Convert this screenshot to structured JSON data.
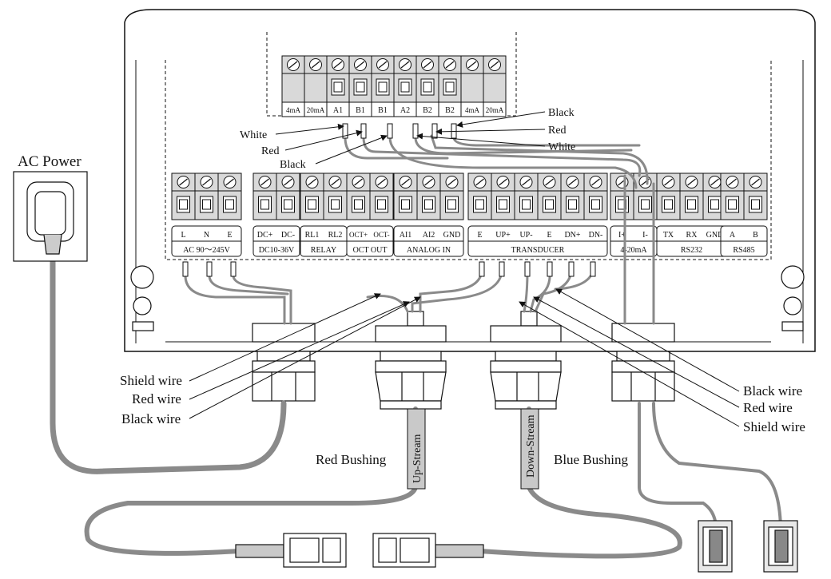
{
  "labels": {
    "ac_power": "AC Power",
    "red_bushing": "Red Bushing",
    "blue_bushing": "Blue Bushing",
    "up_stream": "Up-Stream",
    "down_stream": "Down-Stream",
    "left_callouts": [
      "Shield wire",
      "Red wire",
      "Black wire"
    ],
    "right_callouts": [
      "Black wire",
      "Red wire",
      "Shield wire"
    ],
    "top_left_callouts": [
      "White",
      "Red",
      "Black"
    ],
    "top_right_callouts": [
      "Black",
      "Red",
      "White"
    ]
  },
  "top_block": {
    "pins": [
      "4mA",
      "20mA",
      "A1",
      "B1",
      "B1",
      "A2",
      "B2",
      "B2",
      "4mA",
      "20mA"
    ]
  },
  "main_blocks": [
    {
      "pins": [
        "L",
        "N",
        "E"
      ],
      "group": "AC 90～245V"
    },
    {
      "pins": [
        "DC+",
        "DC-"
      ],
      "group": "DC10-36V"
    },
    {
      "pins": [
        "RL1",
        "RL2"
      ],
      "group": "RELAY"
    },
    {
      "pins": [
        "OCT+",
        "OCT-"
      ],
      "group": "OCT OUT"
    },
    {
      "pins": [
        "AI1",
        "AI2",
        "GND"
      ],
      "group": "ANALOG IN"
    },
    {
      "pins": [
        "E",
        "UP+",
        "UP-",
        "E",
        "DN+",
        "DN-"
      ],
      "group": "TRANSDUCER"
    },
    {
      "pins": [
        "I+",
        "I-"
      ],
      "group": "4-20mA"
    },
    {
      "pins": [
        "TX",
        "RX",
        "GND"
      ],
      "group": "RS232"
    },
    {
      "pins": [
        "A",
        "B"
      ],
      "group": "RS485"
    }
  ],
  "colors": {
    "line": "#111111",
    "wire": "#8a8a8a",
    "wire_dark": "#6e6e6e",
    "terminal_fill": "#d9d9d9",
    "label_strip": "#ffffff"
  }
}
